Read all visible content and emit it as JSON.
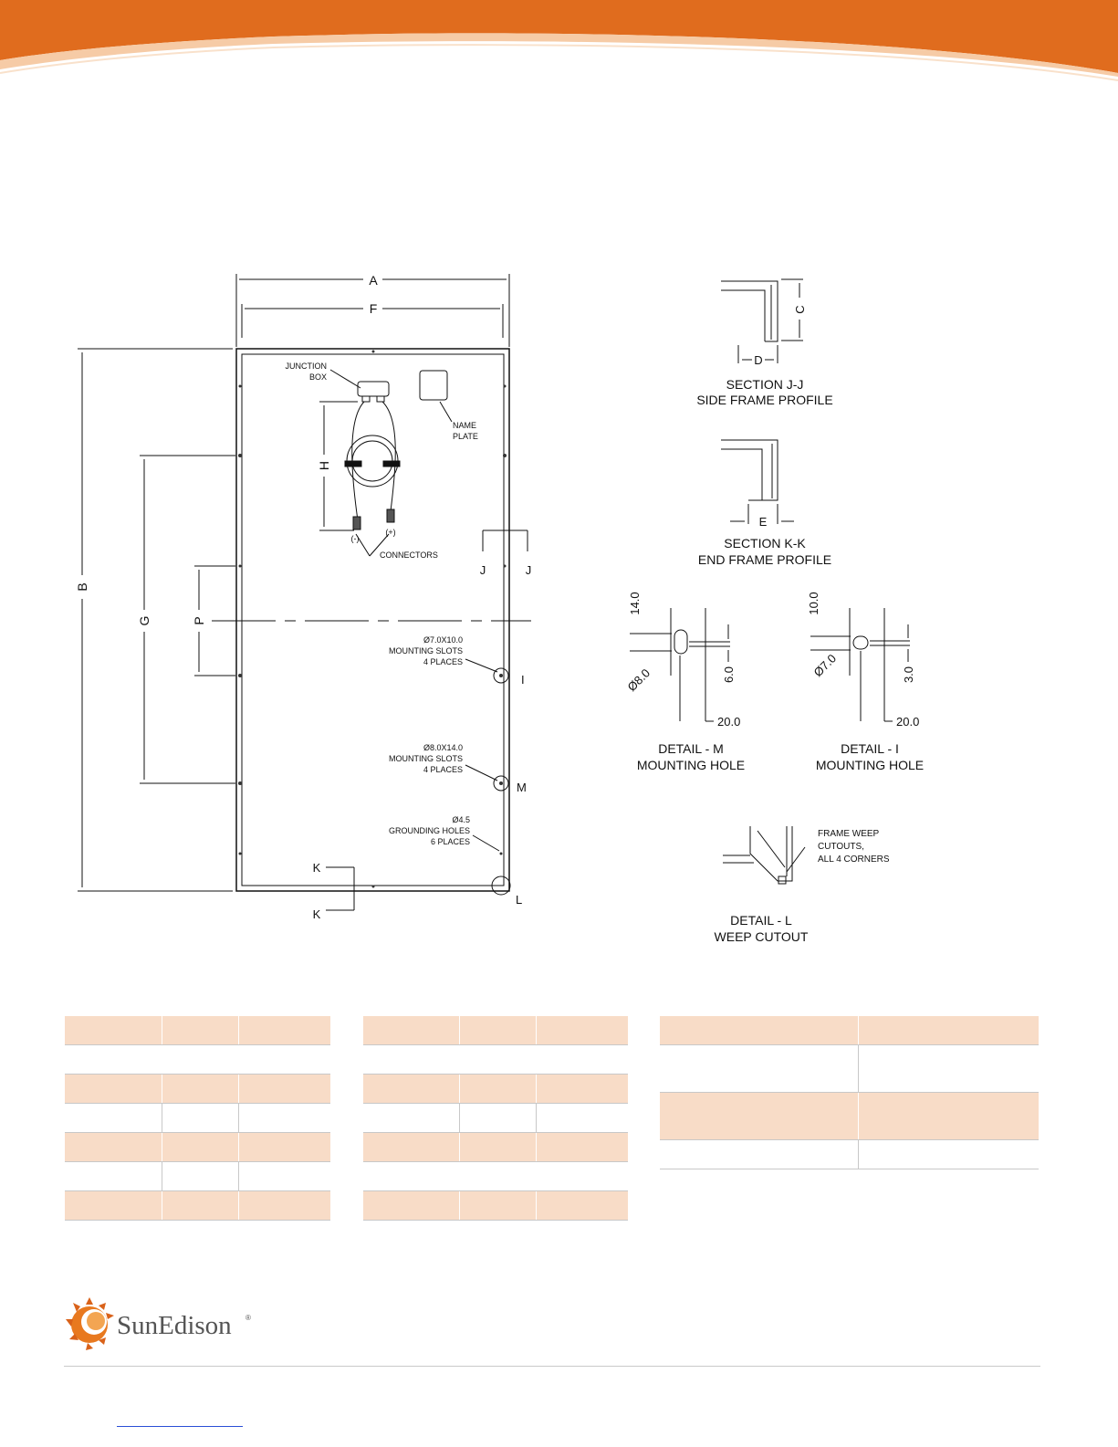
{
  "drawing": {
    "dims": {
      "a": "A",
      "f": "F",
      "b": "B",
      "g": "G",
      "h": "H",
      "p": "P",
      "c": "C",
      "d": "D",
      "e": "E"
    },
    "junction_box": [
      "JUNCTION",
      "BOX"
    ],
    "name_plate": [
      "NAME",
      "PLATE"
    ],
    "polarity": {
      "neg": "(-)",
      "pos": "(+)"
    },
    "connectors": "CONNECTORS",
    "section_markers": {
      "j": "J",
      "k": "K"
    },
    "slots_i": [
      "Ø7.0X10.0",
      "MOUNTING SLOTS",
      "4 PLACES"
    ],
    "slots_m": [
      "Ø8.0X14.0",
      "MOUNTING SLOTS",
      "4 PLACES"
    ],
    "grounding": [
      "Ø4.5",
      "GROUNDING HOLES",
      "6 PLACES"
    ],
    "callouts": {
      "i": "I",
      "m": "M",
      "l": "L"
    },
    "section_jj": [
      "SECTION J-J",
      "SIDE FRAME PROFILE"
    ],
    "section_kk": [
      "SECTION K-K",
      "END FRAME PROFILE"
    ],
    "detail_m": {
      "top": "14.0",
      "dia": "Ø8.0",
      "side": "6.0",
      "bottom": "20.0",
      "title": [
        "DETAIL - M",
        "MOUNTING HOLE"
      ]
    },
    "detail_i": {
      "top": "10.0",
      "dia": "Ø7.0",
      "side": "3.0",
      "bottom": "20.0",
      "title": [
        "DETAIL - I",
        "MOUNTING HOLE"
      ]
    },
    "weep": {
      "note": [
        "FRAME WEEP",
        "CUTOUTS,",
        "ALL 4 CORNERS"
      ],
      "title": [
        "DETAIL - L",
        "WEEP CUTOUT"
      ]
    }
  },
  "brand": {
    "name": "SunEdison",
    "mark": "®"
  },
  "colors": {
    "orange": "#e06c1e",
    "peach": "#f8dcc7",
    "rule": "#c9c9c9",
    "link": "#2b4fd6"
  }
}
